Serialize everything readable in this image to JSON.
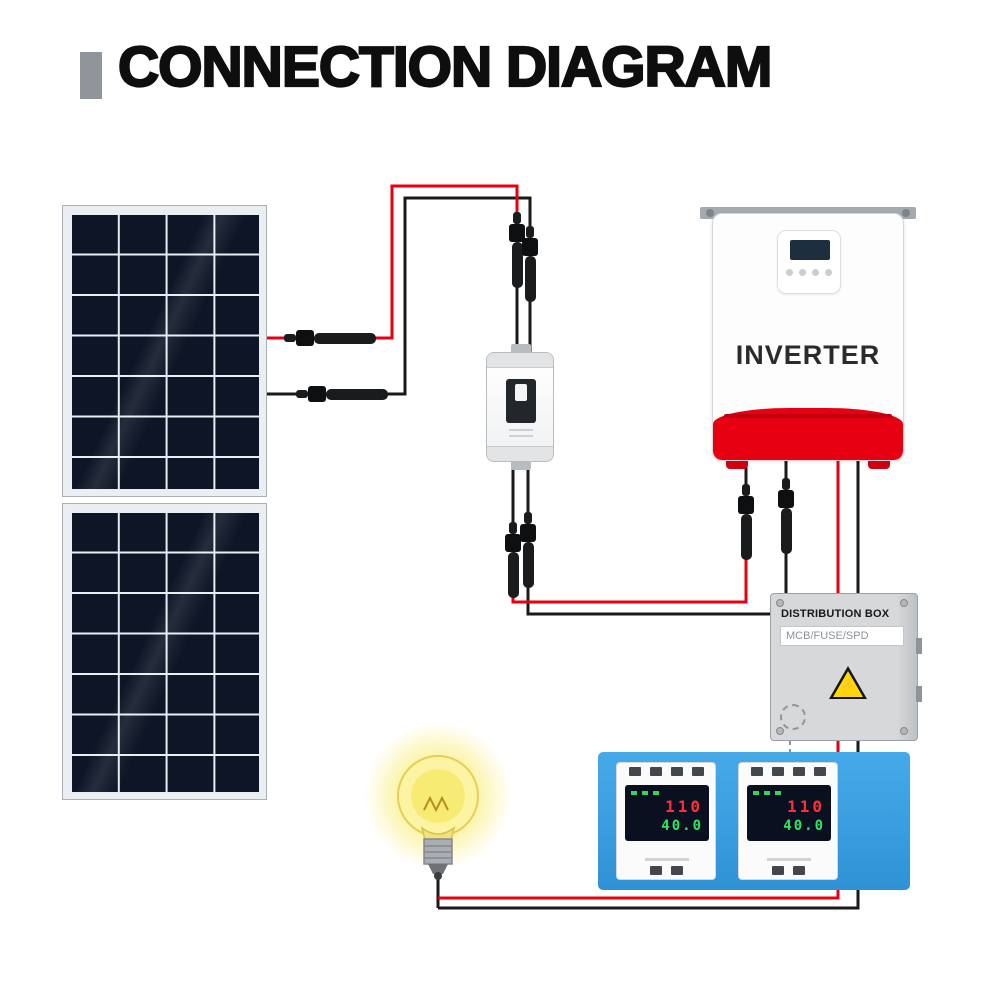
{
  "title": "CONNECTION DIAGRAM",
  "inverter": {
    "label": "INVERTER"
  },
  "distribution_box": {
    "title": "DISTRIBUTION BOX",
    "subtitle": "MCB/FUSE/SPD",
    "warning_symbol": "⚡"
  },
  "meters": {
    "items": [
      {
        "reading_current": "110",
        "reading_voltage": "40.0"
      },
      {
        "reading_current": "110",
        "reading_voltage": "40.0"
      }
    ]
  },
  "colors": {
    "wire_red": "#e60012",
    "wire_black": "#1a1a1a",
    "inverter_red": "#e60012",
    "meter_panel_blue": "#3da3e6",
    "warning_yellow": "#ffd60a",
    "bulb_glow": "#f9ec67",
    "title_bar_gray": "#8f959b",
    "panel_cell_dark": "#0d1526"
  }
}
